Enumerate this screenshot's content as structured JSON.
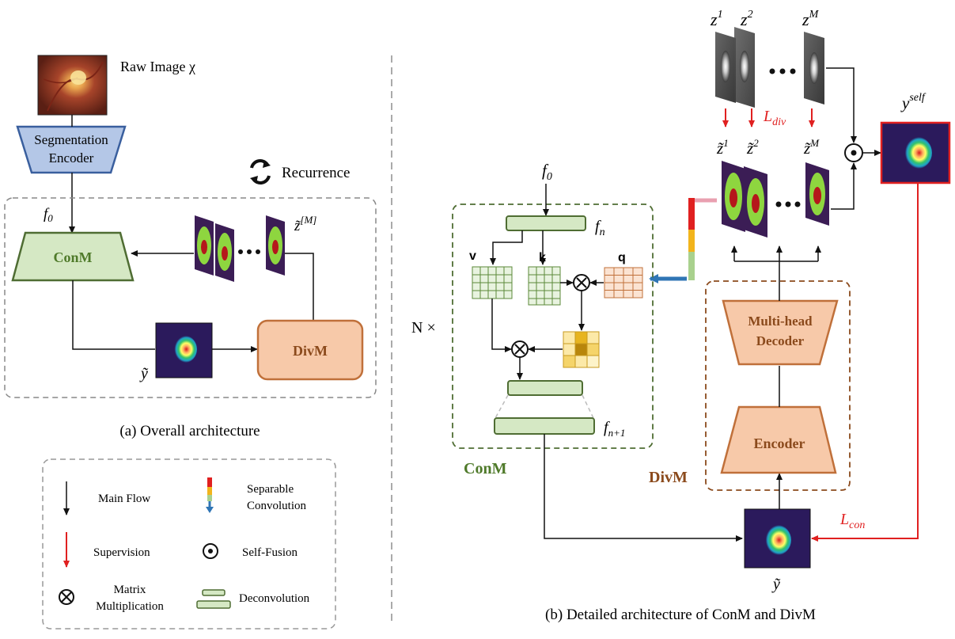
{
  "panel_a": {
    "raw_image_label": "Raw Image χ",
    "seg_encoder_line1": "Segmentation",
    "seg_encoder_line2": "Encoder",
    "recurrence_label": "Recurrence",
    "f0_label": "f",
    "f0_sub": "0",
    "conm_label": "ConM",
    "divm_label": "DivM",
    "zM_label": "z̃",
    "zM_sup": "[M]",
    "ytilde_label": "ỹ",
    "caption": "(a) Overall architecture"
  },
  "legend": {
    "main_flow": "Main Flow",
    "separable_line1": "Separable",
    "separable_line2": "Convolution",
    "supervision": "Supervision",
    "self_fusion": "Self-Fusion",
    "matrix_line1": "Matrix",
    "matrix_line2": "Multiplication",
    "deconvolution": "Deconvolution"
  },
  "panel_b": {
    "z1": "z",
    "z1_sup": "1",
    "z2": "z",
    "z2_sup": "2",
    "zM": "z",
    "zM_sup": "M",
    "zt1": "z̃",
    "zt1_sup": "1",
    "zt2": "z̃",
    "zt2_sup": "2",
    "ztM": "z̃",
    "ztM_sup": "M",
    "l_div": "L",
    "l_div_sub": "div",
    "l_con": "L",
    "l_con_sub": "con",
    "yself": "y",
    "yself_sup": "self",
    "f0": "f",
    "f0_sub": "0",
    "fn": "f",
    "fn_sub": "n",
    "fn1": "f",
    "fn1_sub": "n+1",
    "v": "v",
    "k": "k",
    "q": "q",
    "n_times": "N ×",
    "conm_label": "ConM",
    "divm_label": "DivM",
    "multihead_line1": "Multi-head",
    "multihead_line2": "Decoder",
    "encoder": "Encoder",
    "ytilde": "ỹ",
    "caption": "(b) Detailed architecture of ConM and DivM"
  },
  "colors": {
    "conm_fill": "#d5e8c4",
    "conm_stroke": "#4f6d33",
    "divm_fill": "#f7c9a9",
    "divm_stroke": "#c0703a",
    "seg_fill": "#b4c7e7",
    "seg_stroke": "#3a5f9e",
    "supervision_red": "#e02020",
    "conm_text_green": "#4f7a2a",
    "divm_text_brown": "#8b4a1c",
    "separable_blue": "#2f75b5"
  }
}
